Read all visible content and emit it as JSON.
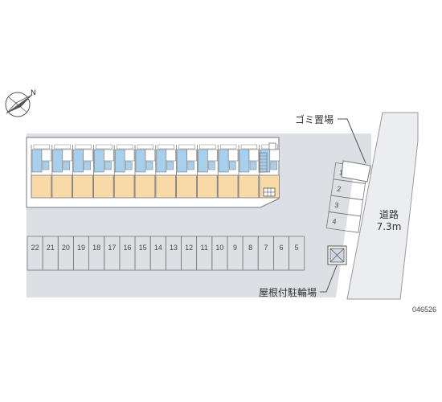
{
  "colors": {
    "ground": "#dcdfe4",
    "road": "#ebedf0",
    "building": "#ffffff",
    "units": "#f8d9a8",
    "bath": "#a8cfec",
    "outline": "#7a7a7a",
    "leader": "#555555"
  },
  "icons": {
    "compass": "compass-icon",
    "bicycle_shelter": "bicycle-shelter-icon"
  },
  "compass": {
    "letter": "N"
  },
  "labels": {
    "garbage": "ゴミ置場",
    "bicycle": "屋根付駐輪場",
    "road_name": "道路",
    "road_width": "7.3m",
    "map_id": "046526"
  },
  "parking": {
    "row": [
      "22",
      "21",
      "20",
      "19",
      "18",
      "17",
      "16",
      "15",
      "14",
      "13",
      "12",
      "11",
      "10",
      "9",
      "8",
      "7",
      "6",
      "5"
    ],
    "column": [
      "1",
      "2",
      "3",
      "4"
    ]
  },
  "building": {
    "unit_count": 12
  }
}
